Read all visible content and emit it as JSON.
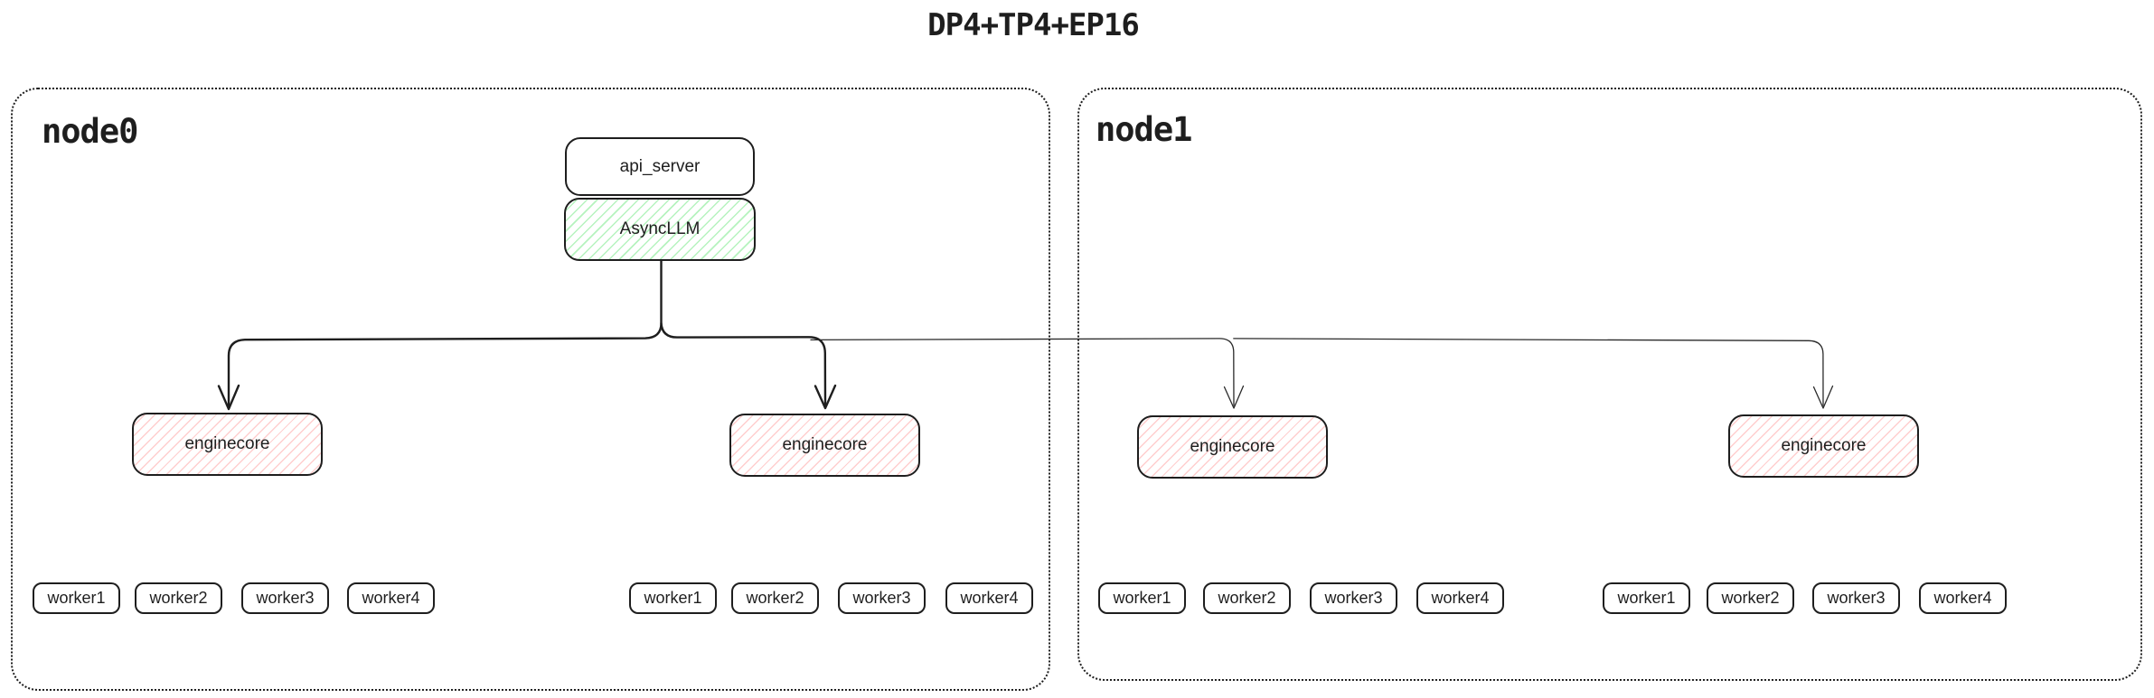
{
  "title": "DP4+TP4+EP16",
  "colors": {
    "stroke": "#1e1e1e",
    "green_hatch": "#b2f2bb",
    "red_hatch": "#ffc9c9",
    "background": "#ffffff"
  },
  "api_server": {
    "label": "api_server"
  },
  "async_llm": {
    "label": "AsyncLLM"
  },
  "nodes": [
    {
      "label": "node0",
      "enginecores": [
        {
          "label": "enginecore",
          "workers": [
            "worker1",
            "worker2",
            "worker3",
            "worker4"
          ]
        },
        {
          "label": "enginecore",
          "workers": [
            "worker1",
            "worker2",
            "worker3",
            "worker4"
          ]
        }
      ]
    },
    {
      "label": "node1",
      "enginecores": [
        {
          "label": "enginecore",
          "workers": [
            "worker1",
            "worker2",
            "worker3",
            "worker4"
          ]
        },
        {
          "label": "enginecore",
          "workers": [
            "worker1",
            "worker2",
            "worker3",
            "worker4"
          ]
        }
      ]
    }
  ]
}
